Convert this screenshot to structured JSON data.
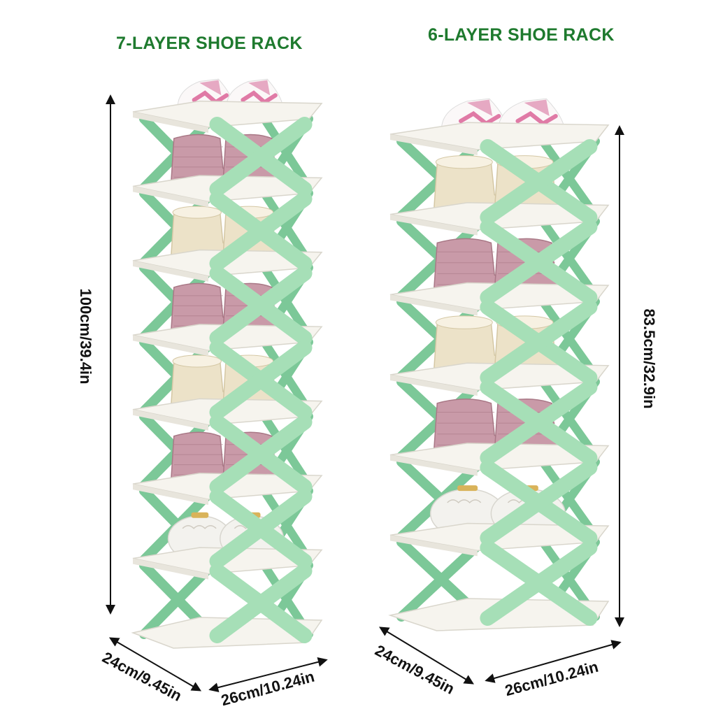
{
  "colors": {
    "title_green": "#1e7a2e",
    "frame_green": "#a6dfb7",
    "frame_green_dark": "#7cc898",
    "shelf_white": "#f6f4ee",
    "shelf_edge": "#d9d6cc",
    "pink_boot": "#c99aa8",
    "pink_boot_dark": "#a97886",
    "cream_boot": "#ece2c8",
    "sole_orange": "#e58a6e",
    "fluffy_white": "#f3f2ee",
    "dim_line": "#111111"
  },
  "racks": [
    {
      "title": "7-LAYER SHOE RACK",
      "height_label": "100cm/39.4in",
      "depth_label": "24cm/9.45in",
      "width_label": "26cm/10.24in",
      "layers": 7,
      "shoes_top_to_bottom": [
        "sneaker-icon",
        "pink-boot-icon",
        "cream-boot-icon",
        "pink-boot-icon",
        "cream-boot-icon",
        "pink-boot-icon",
        "fluffy-slipper-icon"
      ]
    },
    {
      "title": "6-LAYER SHOE RACK",
      "height_label": "83.5cm/32.9in",
      "depth_label": "24cm/9.45in",
      "width_label": "26cm/10.24in",
      "layers": 6,
      "shoes_top_to_bottom": [
        "sneaker-icon",
        "cream-boot-icon",
        "pink-boot-icon",
        "cream-boot-icon",
        "pink-boot-icon",
        "fluffy-slipper-icon"
      ]
    }
  ]
}
